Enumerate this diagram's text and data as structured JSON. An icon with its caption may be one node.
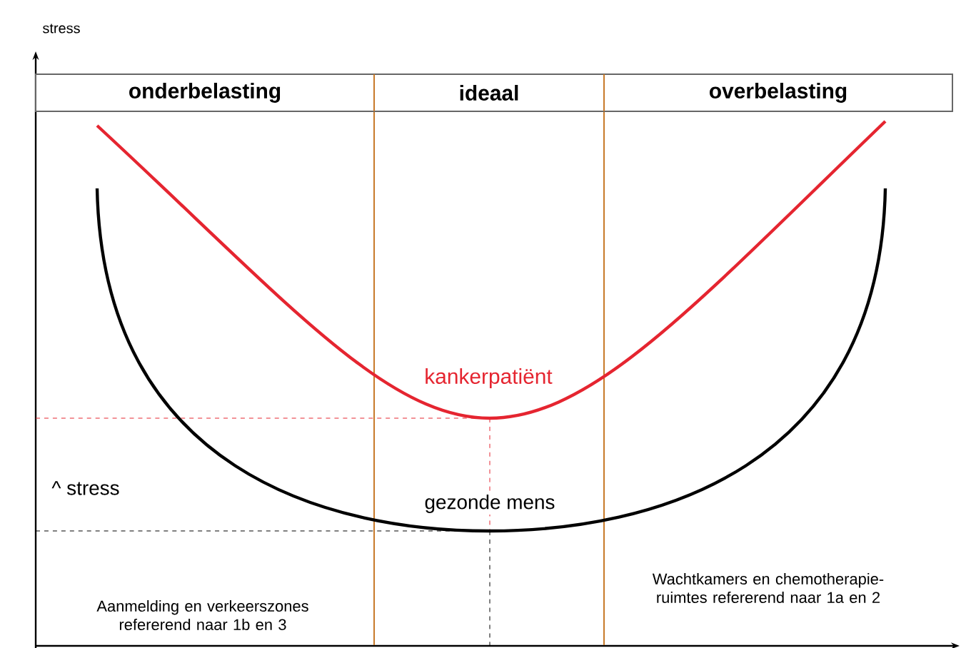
{
  "diagram": {
    "nodes": [
      {
        "text": [
          "onderbelasting"
        ]
      },
      {
        "text": [
          "ideaal"
        ]
      },
      {
        "text": [
          "overbelasting"
        ]
      }
    ],
    "labels": [
      "stress",
      "kankerpatiënt",
      "^ stress",
      "gezonde mens",
      "Aanmelding en verkeerszones refererend naar 1b en 3",
      "Wachtkamers en chemotherapie-ruimtes refererend naar 1a en 2"
    ]
  }
}
